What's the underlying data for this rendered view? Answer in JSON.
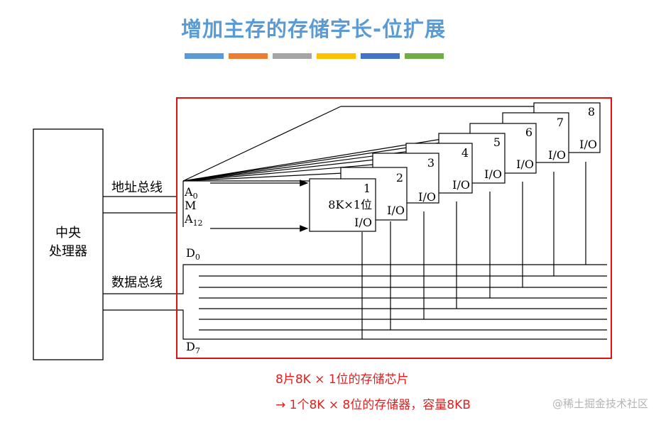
{
  "title": "增加主存的存储字长-位扩展",
  "accent_colors": [
    "#5b9bd5",
    "#ed7d31",
    "#a5a5a5",
    "#ffc000",
    "#4472c4",
    "#70ad47"
  ],
  "cpu_label": [
    "中央",
    "处理器"
  ],
  "address_bus_label": "地址总线",
  "data_bus_label": "数据总线",
  "addr_pins": {
    "a0": "A",
    "a0_sub": "0",
    "m": "M",
    "a12": "A",
    "a12_sub": "12"
  },
  "data_pins": {
    "d0": "D",
    "d0_sub": "0",
    "d7": "D",
    "d7_sub": "7"
  },
  "chips": [
    {
      "number": "1",
      "io": "I/O",
      "spec": "8K×1位"
    },
    {
      "number": "2",
      "io": "I/O"
    },
    {
      "number": "3",
      "io": "I/O"
    },
    {
      "number": "4",
      "io": "I/O"
    },
    {
      "number": "5",
      "io": "I/O"
    },
    {
      "number": "6",
      "io": "I/O"
    },
    {
      "number": "7",
      "io": "I/O"
    },
    {
      "number": "8",
      "io": "I/O"
    }
  ],
  "captions": {
    "line1": "8片8K × 1位的存储芯片",
    "line2": "→  1个8K × 8位的存储器，容量8KB"
  },
  "watermark": "@稀土掘金技术社区"
}
